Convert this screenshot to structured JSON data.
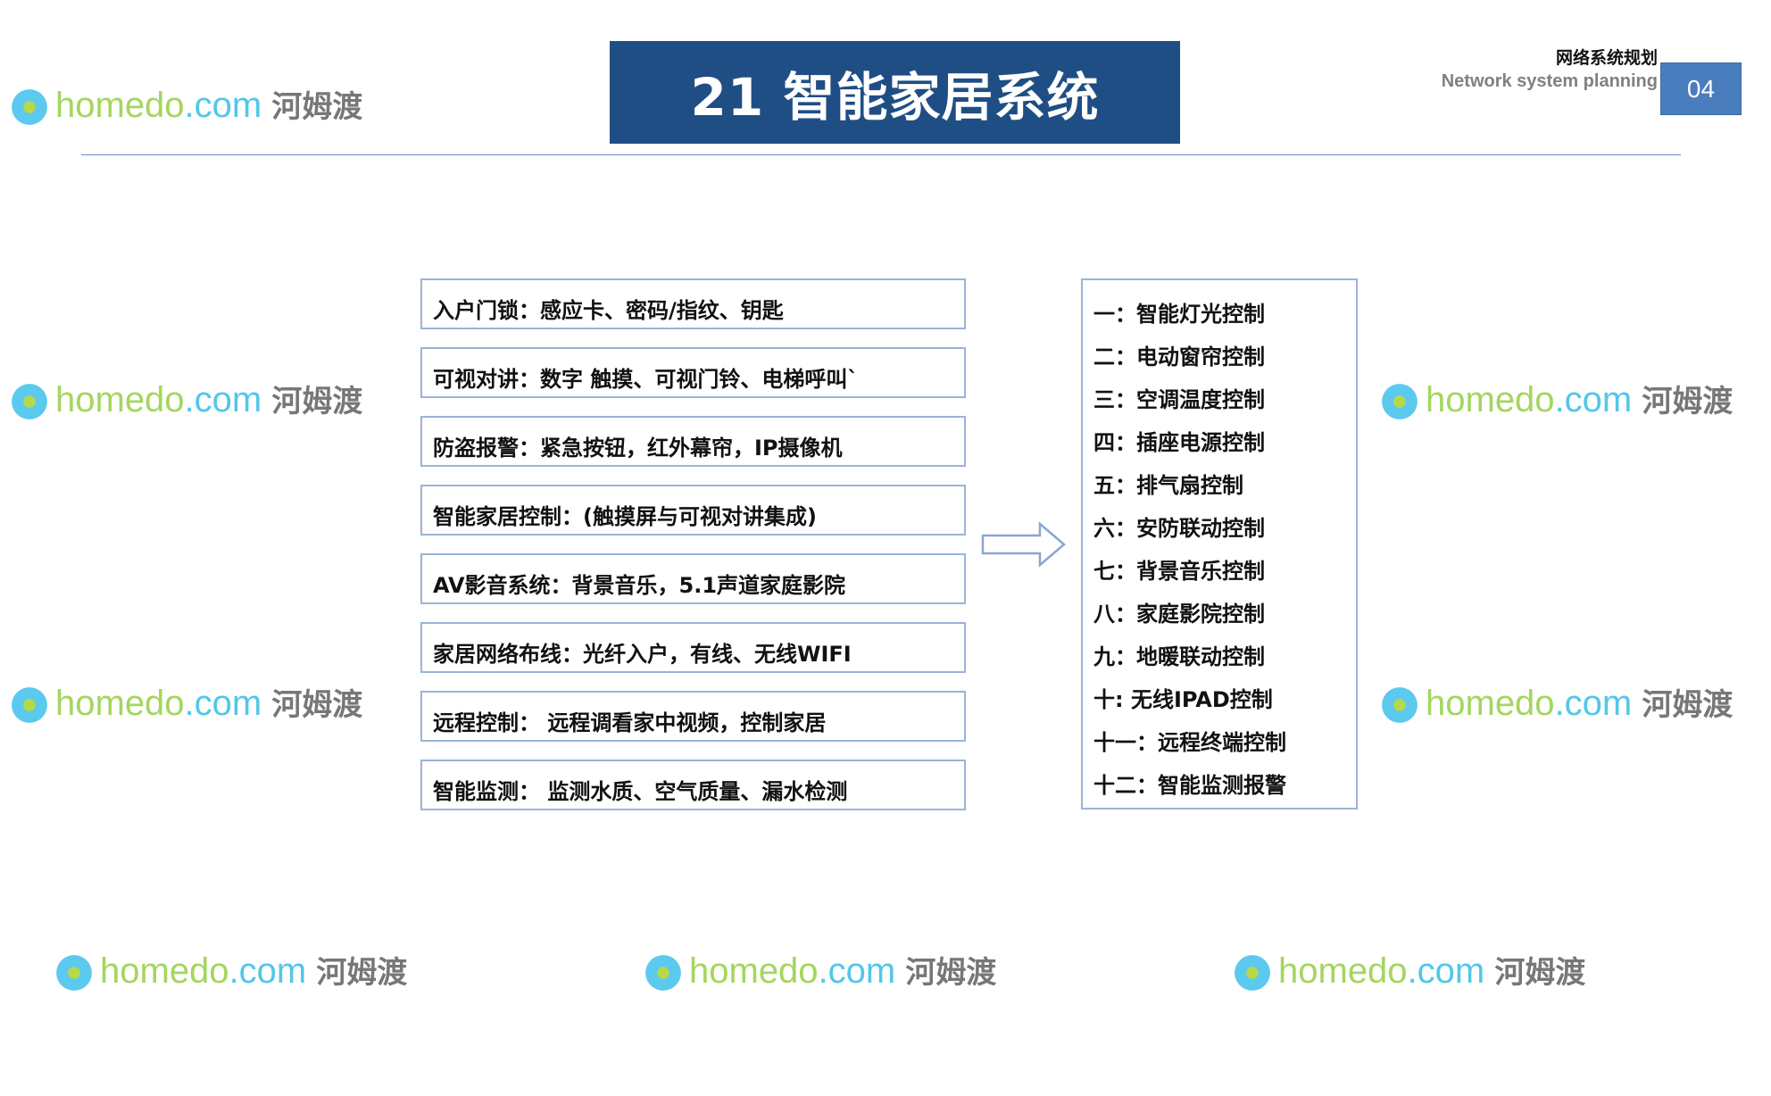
{
  "header": {
    "title": "21 智能家居系统",
    "section_cn": "网络系统规划",
    "section_en": "Network system planning",
    "page_number": "04"
  },
  "left_items": [
    "入户门锁：感应卡、密码/指纹、钥匙",
    "可视对讲：数字 触摸、可视门铃、电梯呼叫`",
    "防盗报警：紧急按钮，红外幕帘，IP摄像机",
    "智能家居控制：(触摸屏与可视对讲集成)",
    "AV影音系统：背景音乐，5.1声道家庭影院",
    "家居网络布线：光纤入户，有线、无线WIFI",
    "远程控制：  远程调看家中视频，控制家居",
    "智能监测：  监测水质、空气质量、漏水检测"
  ],
  "right_items": [
    "一：智能灯光控制",
    "二：电动窗帘控制",
    "三：空调温度控制",
    "四：插座电源控制",
    "五：排气扇控制",
    "六：安防联动控制",
    "七：背景音乐控制",
    "八：家庭影院控制",
    "九：地暖联动控制",
    "十: 无线IPAD控制",
    "十一：远程终端控制",
    "十二：智能监测报警"
  ],
  "watermark": {
    "home": "homedo",
    "dotcom": ".com",
    "cn": "河姆渡"
  },
  "colors": {
    "title_bg": "#1f4e85",
    "page_badge": "#4a7dbd",
    "box_border": "#9bb3d8"
  }
}
